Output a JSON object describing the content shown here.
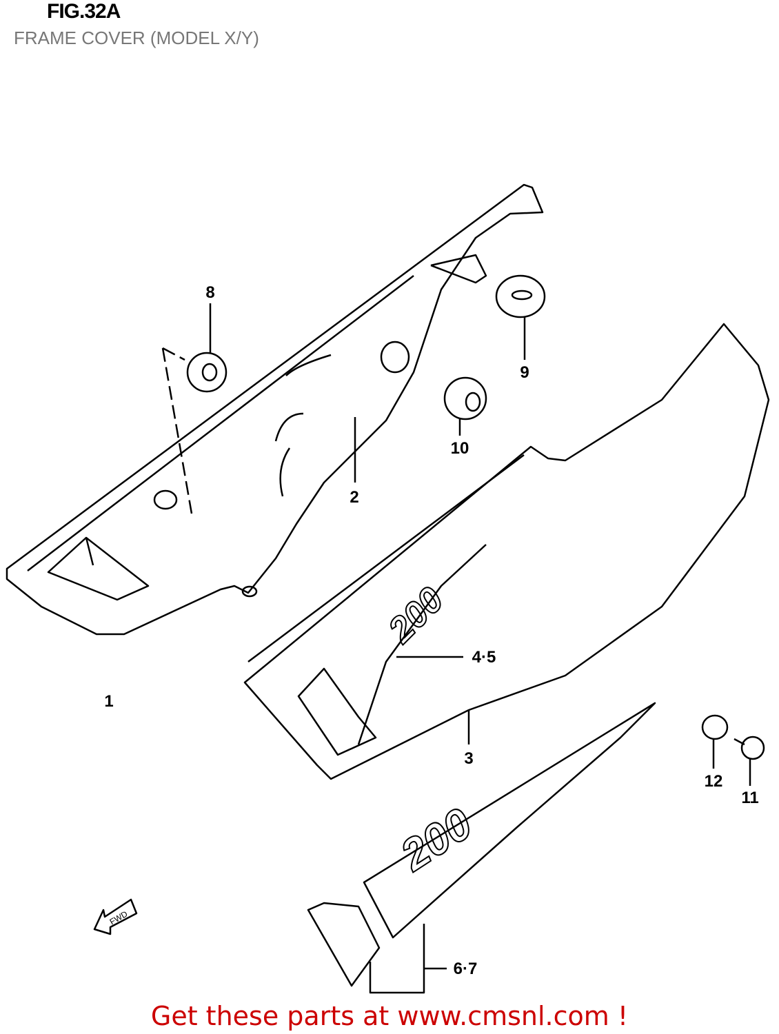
{
  "header": {
    "figure": "FIG.32A",
    "title": "FRAME COVER (MODEL X/Y)"
  },
  "callouts": {
    "c1": "1",
    "c2": "2",
    "c3": "3",
    "c45": "4·5",
    "c67": "6·7",
    "c8": "8",
    "c9": "9",
    "c10": "10",
    "c11": "11",
    "c12": "12"
  },
  "decal_text": "200",
  "direction": "FWD",
  "footer": {
    "text": "Get these parts at www.cmsnl.com !"
  }
}
